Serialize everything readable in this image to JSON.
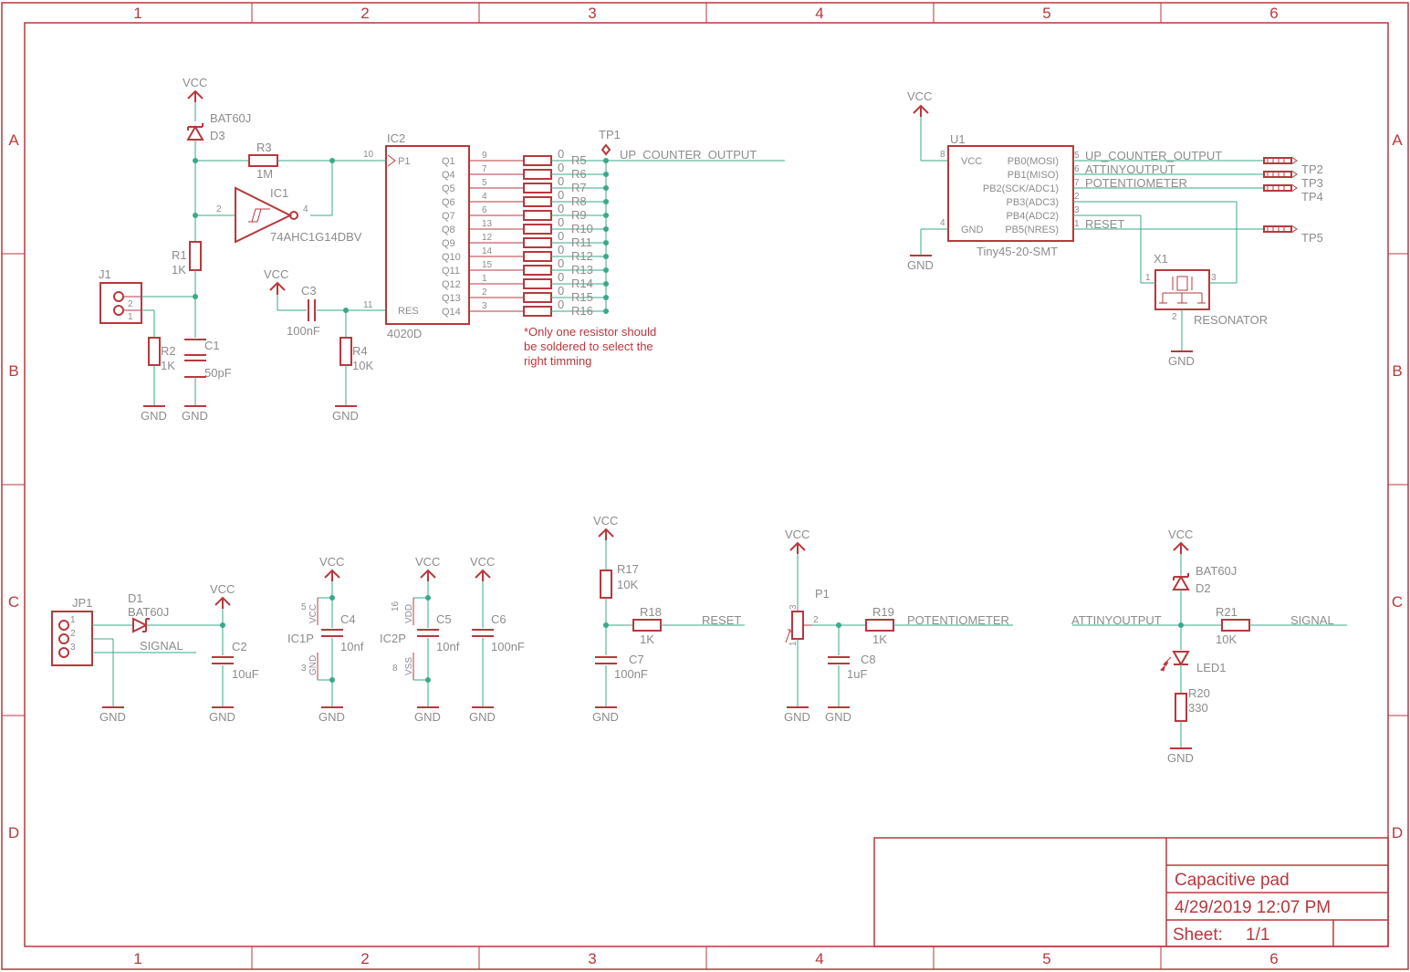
{
  "frame": {
    "columns": [
      "1",
      "2",
      "3",
      "4",
      "5",
      "6"
    ],
    "rows": [
      "A",
      "B",
      "C",
      "D"
    ]
  },
  "title_block": {
    "title": "Capacitive pad",
    "date": "4/29/2019 12:07 PM",
    "sheet_label": "Sheet:",
    "sheet_value": "1/1"
  },
  "power": {
    "vcc": "VCC",
    "gnd": "GND"
  },
  "components": {
    "d3": {
      "ref": "D3",
      "value": "BAT60J"
    },
    "r3": {
      "ref": "R3",
      "value": "1M"
    },
    "ic1": {
      "ref": "IC1",
      "value": "74AHC1G14DBV",
      "pin_in": "2",
      "pin_out": "4"
    },
    "r1": {
      "ref": "R1",
      "value": "1K"
    },
    "j1": {
      "ref": "J1",
      "pin1": "1",
      "pin2": "2"
    },
    "r2": {
      "ref": "R2",
      "value": "1K"
    },
    "c1": {
      "ref": "C1",
      "value": "50pF"
    },
    "c3": {
      "ref": "C3",
      "value": "100nF"
    },
    "r4": {
      "ref": "R4",
      "value": "10K"
    },
    "ic2": {
      "ref": "IC2",
      "value": "4020D",
      "p1": "P1",
      "p1_pin": "10",
      "res": "RES",
      "res_pin": "11",
      "outputs": [
        {
          "name": "Q1",
          "pin": "9",
          "r": "R5"
        },
        {
          "name": "Q4",
          "pin": "7",
          "r": "R6"
        },
        {
          "name": "Q5",
          "pin": "5",
          "r": "R7"
        },
        {
          "name": "Q6",
          "pin": "4",
          "r": "R8"
        },
        {
          "name": "Q7",
          "pin": "6",
          "r": "R9"
        },
        {
          "name": "Q8",
          "pin": "13",
          "r": "R10"
        },
        {
          "name": "Q9",
          "pin": "12",
          "r": "R11"
        },
        {
          "name": "Q10",
          "pin": "14",
          "r": "R12"
        },
        {
          "name": "Q11",
          "pin": "15",
          "r": "R13"
        },
        {
          "name": "Q12",
          "pin": "1",
          "r": "R14"
        },
        {
          "name": "Q13",
          "pin": "2",
          "r": "R15"
        },
        {
          "name": "Q14",
          "pin": "3",
          "r": "R16"
        }
      ],
      "resistor_value": "0"
    },
    "tp1": {
      "ref": "TP1",
      "net": "UP_COUNTER_OUTPUT"
    },
    "note": [
      "*Only one resistor should",
      "be soldered to select the",
      "right timming"
    ],
    "u1": {
      "ref": "U1",
      "value": "Tiny45-20-SMT",
      "vcc": "VCC",
      "vcc_pin": "8",
      "gnd": "GND",
      "gnd_pin": "4",
      "pins": [
        {
          "name": "PB0(MOSI)",
          "pin": "5",
          "net": "UP_COUNTER_OUTPUT"
        },
        {
          "name": "PB1(MISO)",
          "pin": "6",
          "net": "ATTINYOUTPUT"
        },
        {
          "name": "PB2(SCK/ADC1)",
          "pin": "7",
          "net": "POTENTIOMETER"
        },
        {
          "name": "PB3(ADC3)",
          "pin": "2",
          "net": ""
        },
        {
          "name": "PB4(ADC2)",
          "pin": "3",
          "net": ""
        },
        {
          "name": "PB5(NRES)",
          "pin": "1",
          "net": "RESET"
        }
      ]
    },
    "tps": [
      "TP2",
      "TP3",
      "TP4",
      "TP5"
    ],
    "x1": {
      "ref": "X1",
      "value": "RESONATOR",
      "p1": "1",
      "p2": "2",
      "p3": "3"
    },
    "jp1": {
      "ref": "JP1",
      "p1": "1",
      "p2": "2",
      "p3": "3",
      "net": "SIGNAL"
    },
    "d1": {
      "ref": "D1",
      "value": "BAT60J"
    },
    "c2": {
      "ref": "C2",
      "value": "10uF"
    },
    "ic1p": {
      "ref": "IC1P",
      "vcc": "VCC",
      "gnd": "GND",
      "p5": "5",
      "p3": "3"
    },
    "c4": {
      "ref": "C4",
      "value": "10nf"
    },
    "ic2p": {
      "ref": "IC2P",
      "vdd": "VDD",
      "vss": "VSS",
      "p16": "16",
      "p8": "8"
    },
    "c5": {
      "ref": "C5",
      "value": "10nf"
    },
    "c6": {
      "ref": "C6",
      "value": "100nF"
    },
    "r17": {
      "ref": "R17",
      "value": "10K"
    },
    "r18": {
      "ref": "R18",
      "value": "1K",
      "net": "RESET"
    },
    "c7": {
      "ref": "C7",
      "value": "100nF"
    },
    "p1": {
      "ref": "P1",
      "p1": "1",
      "p2": "2",
      "p3": "3"
    },
    "r19": {
      "ref": "R19",
      "value": "1K",
      "net": "POTENTIOMETER"
    },
    "c8": {
      "ref": "C8",
      "value": "1uF"
    },
    "d2": {
      "ref": "D2",
      "value": "BAT60J"
    },
    "r21": {
      "ref": "R21",
      "value": "10K",
      "net_in": "ATTINYOUTPUT",
      "net_out": "SIGNAL"
    },
    "led1": {
      "ref": "LED1"
    },
    "r20": {
      "ref": "R20",
      "value": "330"
    }
  }
}
